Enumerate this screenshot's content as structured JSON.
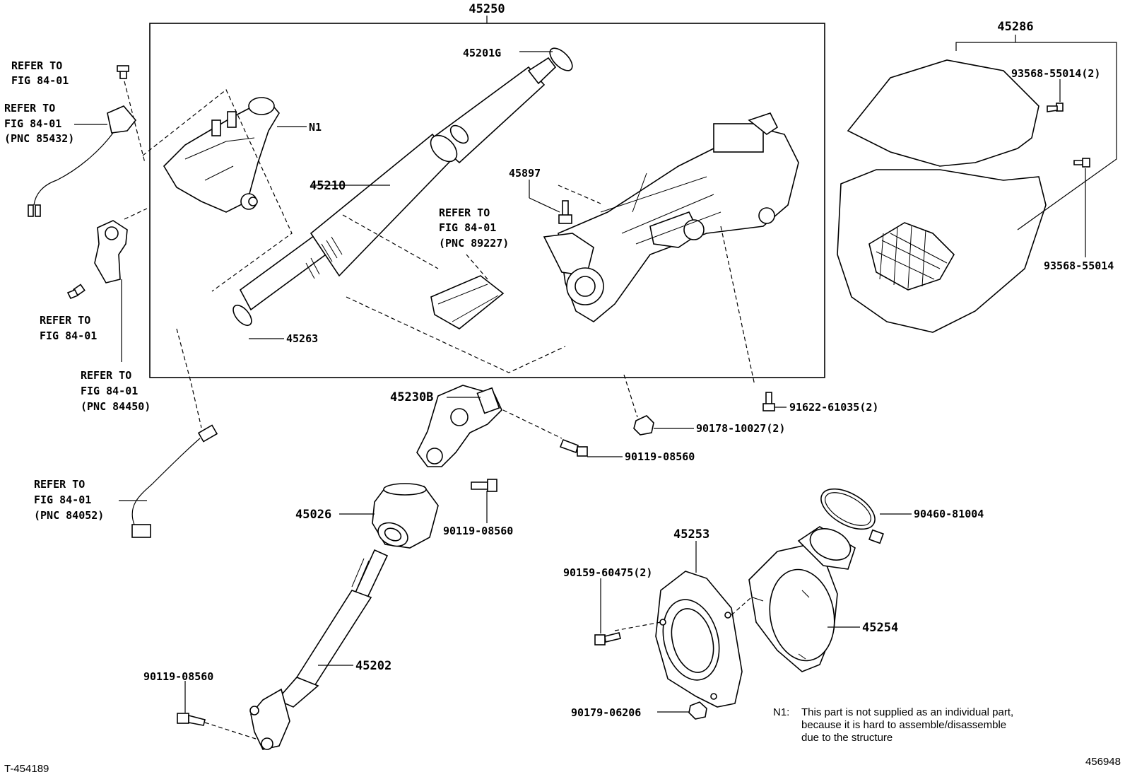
{
  "labels": {
    "p45250": "45250",
    "p45286": "45286",
    "p45201g": "45201G",
    "p45210": "45210",
    "p45897": "45897",
    "p45263": "45263",
    "pN1": "N1",
    "p45230b": "45230B",
    "p45026": "45026",
    "p45202": "45202",
    "p45253": "45253",
    "p45254": "45254",
    "b93568_2": "93568-55014(2)",
    "b93568": "93568-55014",
    "b91622": "91622-61035(2)",
    "n90178": "90178-10027(2)",
    "b90119_a": "90119-08560",
    "b90119_b": "90119-08560",
    "b90119_c": "90119-08560",
    "c90460": "90460-81004",
    "b90159": "90159-60475(2)",
    "n90179": "90179-06206"
  },
  "refs": {
    "r1": [
      "REFER TO",
      "FIG 84-01"
    ],
    "r2": [
      "REFER TO",
      "FIG 84-01",
      "(PNC 85432)"
    ],
    "r3": [
      "REFER TO",
      "FIG 84-01"
    ],
    "r4": [
      "REFER TO",
      "FIG 84-01",
      "(PNC 84450)"
    ],
    "r5": [
      "REFER TO",
      "FIG 84-01",
      "(PNC 84052)"
    ],
    "r6": [
      "REFER TO",
      "FIG 84-01",
      "(PNC 89227)"
    ]
  },
  "note": {
    "prefix": "N1:",
    "lines": [
      "This part is not supplied as an individual part,",
      "because it is hard to assemble/disassemble",
      "due to the structure"
    ]
  },
  "codes": {
    "left": "T-454189",
    "right": "456948"
  }
}
